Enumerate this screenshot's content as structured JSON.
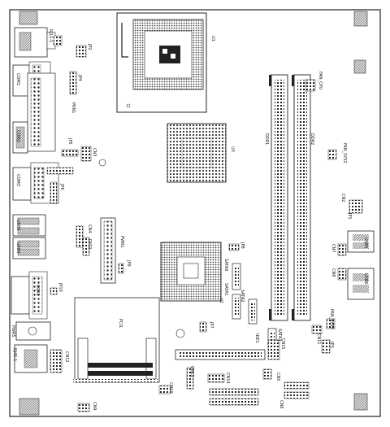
{
  "labels": {
    "rj11": "RJ11-1",
    "jp2": "JP2",
    "com1": "COM1",
    "jp4": "JP4",
    "prn": "PRN1",
    "com2": "COM2",
    "cn3": "CN3",
    "jp5": "JP5",
    "com3": "COM3",
    "jp6": "JP6",
    "usb3": "USB3",
    "usb4": "USB4",
    "cn4": "CN4",
    "dio": "DIO2",
    "pwr": "PWR1",
    "jp9": "JP9",
    "jp10": "JP10",
    "vga": "VGA1",
    "jp11": "JP11",
    "pwr5": "PWR5",
    "cn10": "CN10",
    "rj45": "RJ45-1",
    "cn12": "CN12",
    "cn9": "CN9",
    "pci": "PCI1",
    "u1": "U1",
    "u3": "U3",
    "u2": "U2",
    "jp7": "JP7",
    "jp8": "JP8",
    "sata0": "SATA0",
    "sata1": "SATA1",
    "sata2": "SATA2",
    "cn5": "CN5",
    "sata3": "SATA3",
    "cn6": "CN6",
    "cn8": "CN8",
    "ide1": "IDE1",
    "cn15": "CN15",
    "ddr1": "DDR1",
    "ddr2": "DDR2",
    "fan_cpu": "FAN_CPU",
    "fan_sys2": "FAN_SYS2",
    "cn2": "CN2",
    "jp1": "JP1",
    "cn7": "CN7",
    "usb6": "USB6",
    "usb5": "USB5",
    "fan_sys": "FAN_SYS3",
    "cn11": "CN11",
    "jp3": "JP3",
    "cn13": "CN13",
    "cn14": "CN14"
  }
}
